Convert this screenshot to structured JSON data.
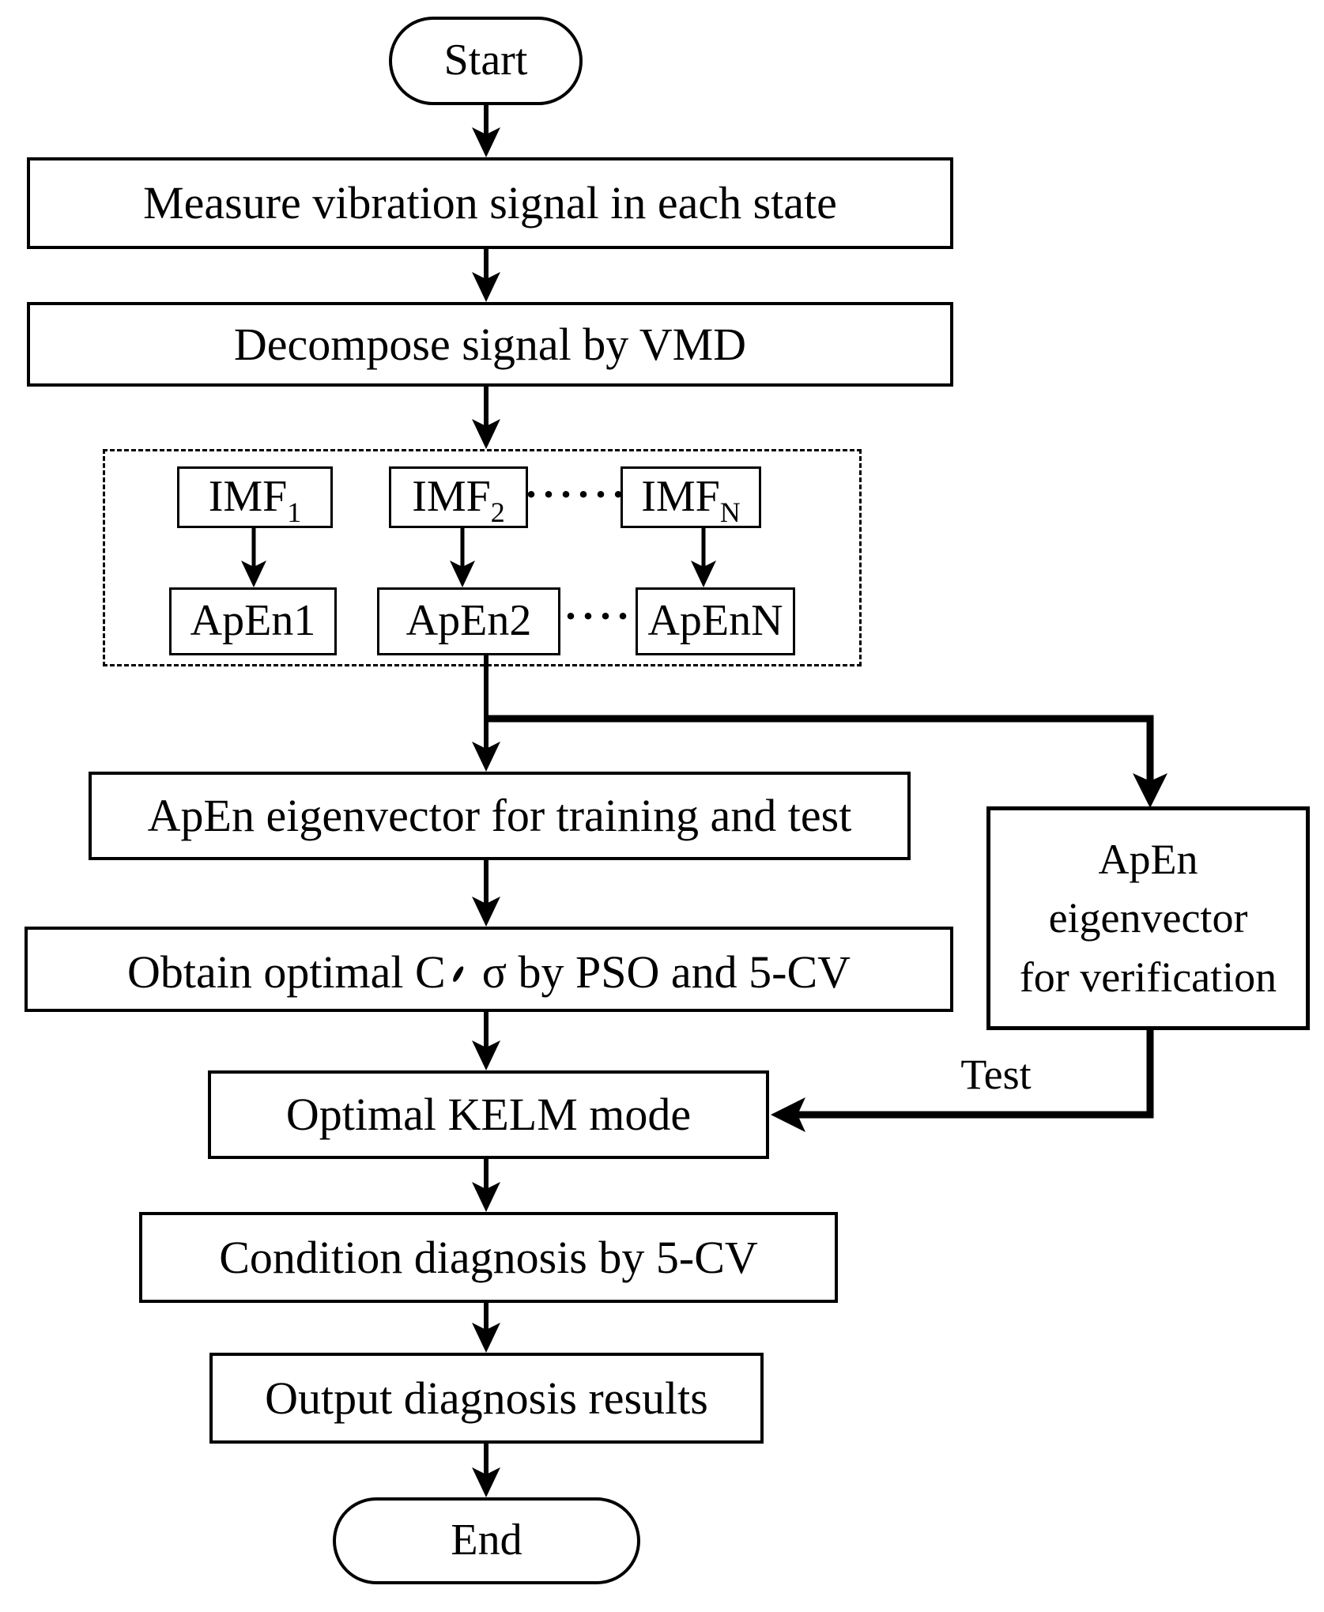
{
  "diagram": {
    "background": "#ffffff",
    "line_color": "#000000",
    "nodes": {
      "start": {
        "label": "Start",
        "shape": "terminator"
      },
      "measure": {
        "label": "Measure vibration signal in each state",
        "shape": "process"
      },
      "decompose": {
        "label": "Decompose signal by VMD",
        "shape": "process"
      },
      "imf_1": {
        "base": "IMF",
        "sub": "1",
        "shape": "process"
      },
      "imf_2": {
        "base": "IMF",
        "sub": "2",
        "shape": "process"
      },
      "imf_n": {
        "base": "IMF",
        "sub": "N",
        "shape": "process"
      },
      "apen_1": {
        "label": "ApEn1",
        "shape": "process"
      },
      "apen_2": {
        "label": "ApEn2",
        "shape": "process"
      },
      "apen_n": {
        "label": "ApEnN",
        "shape": "process"
      },
      "training": {
        "label": "ApEn eigenvector for training and test",
        "shape": "process"
      },
      "obtain": {
        "prefix": "Obtain optimal C",
        "ideographic_comma": "、",
        "suffix": "σ by PSO and 5-CV",
        "shape": "process"
      },
      "kelm": {
        "label": "Optimal KELM mode",
        "shape": "process"
      },
      "verification": {
        "line1": "ApEn",
        "line2": "eigenvector",
        "line3": "for verification",
        "shape": "process"
      },
      "condition": {
        "label": "Condition diagnosis by 5-CV",
        "shape": "process"
      },
      "output": {
        "label": "Output diagnosis results",
        "shape": "process"
      },
      "end": {
        "label": "End",
        "shape": "terminator"
      }
    },
    "edge_labels": {
      "test": "Test"
    },
    "ellipsis": {
      "between_imf": "·······",
      "between_apen": "····"
    }
  }
}
